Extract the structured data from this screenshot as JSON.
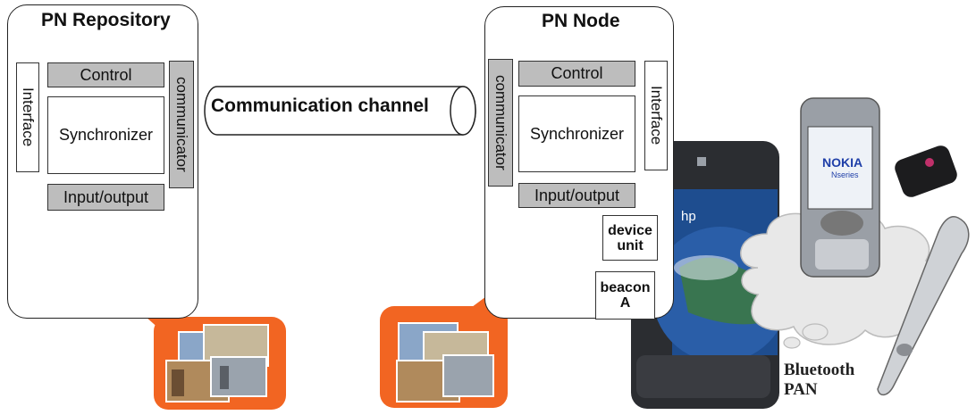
{
  "repository": {
    "title": "PN Repository",
    "control": "Control",
    "interface": "Interface",
    "synchronizer": "Synchronizer",
    "communicator": "communicator",
    "io": "Input/output"
  },
  "node": {
    "title": "PN Node",
    "control": "Control",
    "interface": "Interface",
    "synchronizer": "Synchronizer",
    "communicator": "communicator",
    "io": "Input/output",
    "device_unit": "device unit",
    "beacon": "beacon A"
  },
  "channel": {
    "label": "Communication channel"
  },
  "pan": {
    "label_line1": "Bluetooth",
    "label_line2": "PAN"
  },
  "phone": {
    "brand": "NOKIA",
    "model": "Nseries"
  },
  "pda": {
    "brand": "hp"
  },
  "colors": {
    "callout": "#f26522",
    "box_gray": "#bdbdbd",
    "earth": "#2a5ea8"
  }
}
